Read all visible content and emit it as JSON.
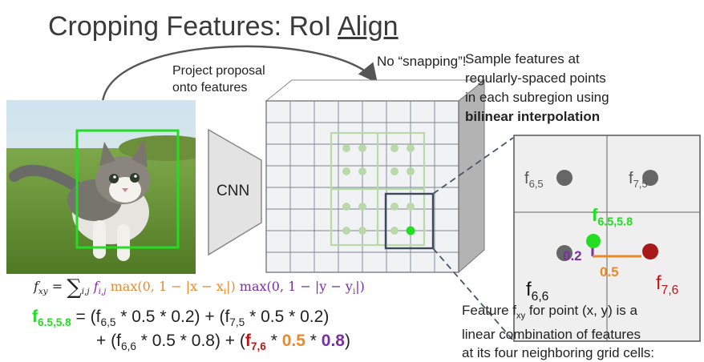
{
  "title_prefix": "Cropping Features: RoI ",
  "title_underlined": "Align",
  "project_line1": "Project proposal",
  "project_line2": "onto features",
  "no_snapping": "No “snapping”!",
  "cnn_label": "CNN",
  "sample_line1": "Sample features at",
  "sample_line2": "regularly-spaced points",
  "sample_line3": "in each subregion using",
  "sample_bold": "bilinear interpolation",
  "feature_line1_pre": "Feature f",
  "feature_line1_sub": "xy",
  "feature_line1_post": " for point (x, y) is a",
  "feature_line2": "linear combination of features",
  "feature_line3": "at its four neighboring grid cells:",
  "grid": {
    "f65_base": "f",
    "f65_sub": "6,5",
    "f75_base": "f",
    "f75_sub": "7,5",
    "f66_base": "f",
    "f66_sub": "6,6",
    "f76_base": "f",
    "f76_sub": "7,6",
    "point_base": "f",
    "point_sub": "6.5,5.8",
    "dy_value": "0.2",
    "dx_value": "0.5"
  },
  "formula": {
    "lhs_base": "f",
    "lhs_sub": "xy",
    "eq": " = ",
    "sum": "∑",
    "sum_sub": "i,j",
    "term_f": "f",
    "term_f_sub": "i,j",
    "max_x": " max(0, 1 − |x − x",
    "max_x_sub": "i",
    "max_x_end": "|)",
    "max_y": " max(0, 1 − |y − y",
    "max_y_sub": "i",
    "max_y_end": "|)"
  },
  "equation": {
    "lhs_base": "f",
    "lhs_sub": "6.5,5.8",
    "line1_a": " = (f",
    "line1_a_sub": "6,5",
    "line1_b": " * 0.5 * 0.2) + (f",
    "line1_b_sub": "7,5",
    "line1_c": " * 0.5 * 0.2)",
    "line2_a": "+ (f",
    "line2_a_sub": "6,6",
    "line2_b": " * 0.5 * 0.8) + (",
    "line2_f": "f",
    "line2_f_sub": "7,6",
    "line2_m1": " * ",
    "line2_c": "0.5",
    "line2_m2": " * ",
    "line2_d": "0.8",
    "line2_e": ")"
  },
  "colors": {
    "green": "#22dd22",
    "box_dark": "#3d4a5c",
    "light_green": "#b9d9a8",
    "orange": "#e88a2a",
    "purple": "#7a2fa0",
    "red": "#b81818"
  }
}
